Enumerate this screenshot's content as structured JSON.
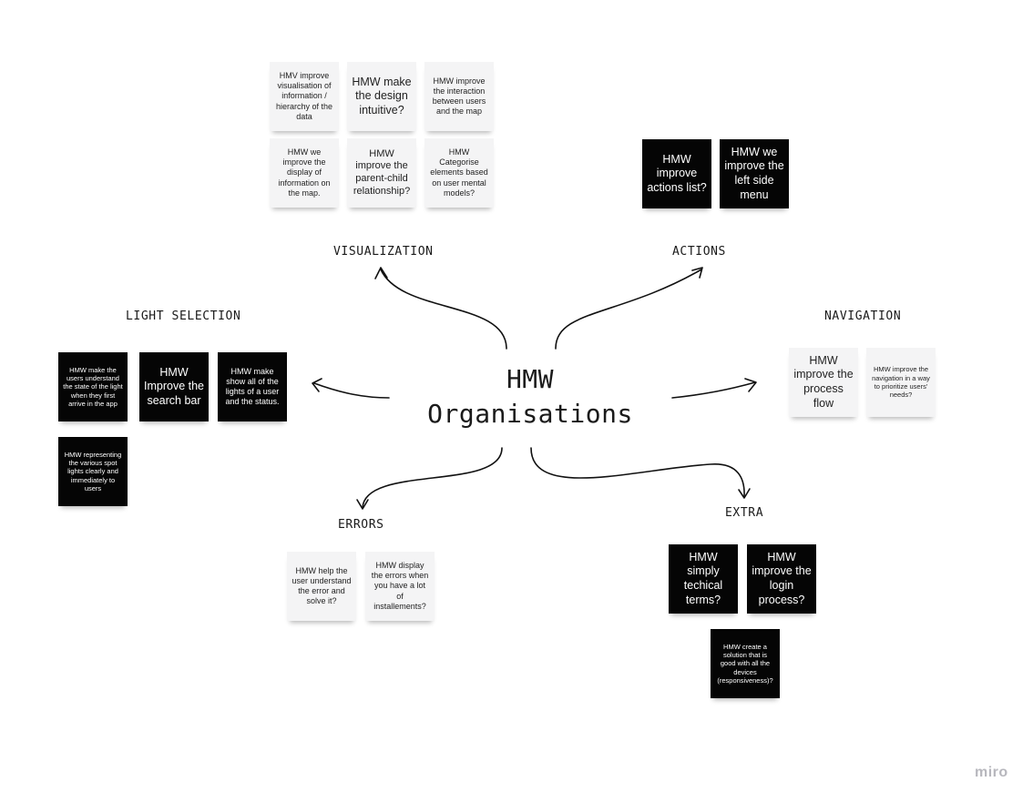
{
  "center": {
    "line1": "HMW",
    "line2": "Organisations"
  },
  "categories": {
    "visualization": "VISUALIZATION",
    "actions": "ACTIONS",
    "light_selection": "LIGHT SELECTION",
    "navigation": "NAVIGATION",
    "errors": "ERRORS",
    "extra": "EXTRA"
  },
  "notes": {
    "visualization": [
      "HMV improve visualisation of information / hierarchy of the data",
      "HMW make the design intuitive?",
      "HMW improve the interaction between users and the map",
      "HMW we improve the display of information on the map.",
      "HMW improve the parent-child relationship?",
      "HMW Categorise elements based on user mental models?"
    ],
    "actions": [
      "HMW improve actions list?",
      "HMW we improve the left side menu"
    ],
    "light_selection": [
      "HMW make the users understand the state of the light when they first arrive in the app",
      "HMW Improve the search bar",
      "HMW make show all of the lights of a user and the status.",
      "HMW representing the various spot lights clearly and immediately to users"
    ],
    "navigation": [
      "HMW improve the process flow",
      "HMW improve the navigation in a way to prioritize users' needs?"
    ],
    "errors": [
      "HMW help the user understand the error and solve it?",
      "HMW display the errors when you have a lot of installements?"
    ],
    "extra": [
      "HMW simply techical terms?",
      "HMW improve the login process?",
      "HMW create a solution that is good with all the devices (responsiveness)?"
    ]
  },
  "branding": {
    "logo": "miro"
  }
}
